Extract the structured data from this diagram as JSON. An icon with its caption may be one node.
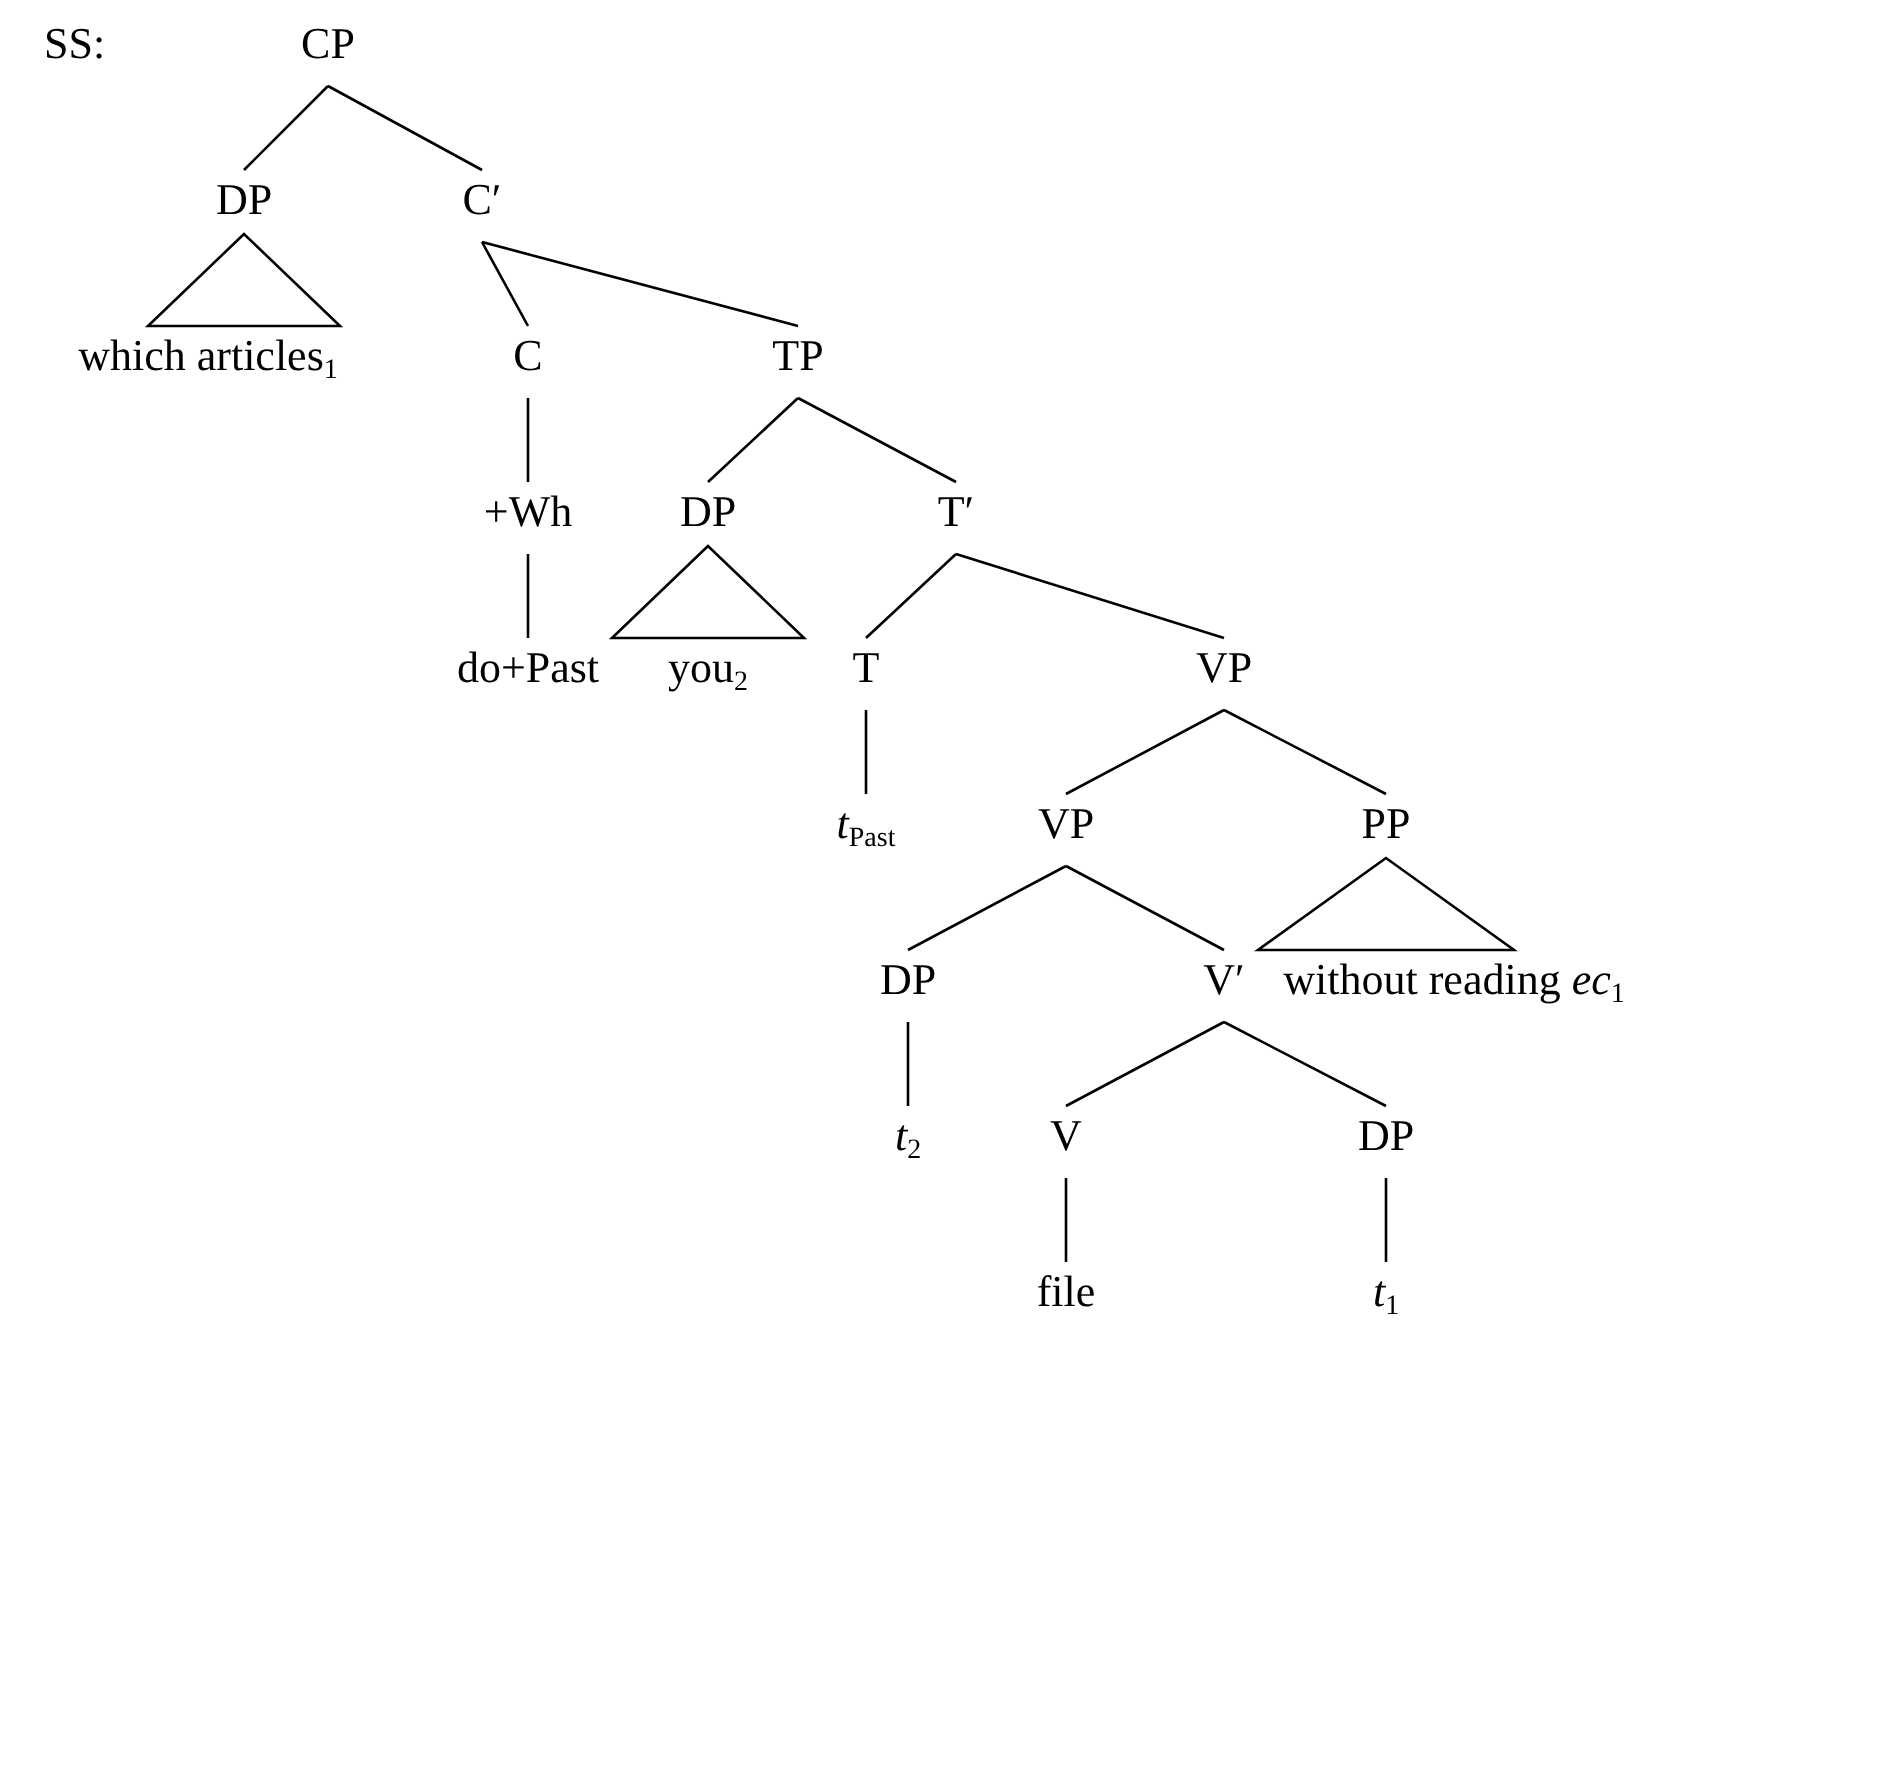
{
  "diagram": {
    "nodes": [
      {
        "text": [
          "CP"
        ]
      },
      {
        "text": [
          "DP"
        ]
      },
      {
        "text": [
          "C′"
        ]
      },
      {
        "text": [
          "which articles$_{1}$"
        ]
      },
      {
        "text": [
          "C"
        ]
      },
      {
        "text": [
          "TP"
        ]
      },
      {
        "text": [
          "+Wh"
        ]
      },
      {
        "text": [
          "DP"
        ]
      },
      {
        "text": [
          "T′"
        ]
      },
      {
        "text": [
          "do+Past"
        ]
      },
      {
        "text": [
          "you$_{2}$"
        ]
      },
      {
        "text": [
          "T"
        ]
      },
      {
        "text": [
          "VP"
        ]
      },
      {
        "text": [
          "*t*$_{Past}$"
        ]
      },
      {
        "text": [
          "VP"
        ]
      },
      {
        "text": [
          "PP"
        ]
      },
      {
        "text": [
          "DP"
        ]
      },
      {
        "text": [
          "V′"
        ]
      },
      {
        "text": [
          "without reading *ec*$_{1}$"
        ]
      },
      {
        "text": [
          "*t*$_{2}$"
        ]
      },
      {
        "text": [
          "V"
        ]
      },
      {
        "text": [
          "DP"
        ]
      },
      {
        "text": [
          "file"
        ]
      },
      {
        "text": [
          "*t*$_{1}$"
        ]
      }
    ],
    "edges": [
      {
        "from": 0,
        "to": 1,
        "arrow": "none"
      },
      {
        "from": 0,
        "to": 2,
        "arrow": "none"
      },
      {
        "from": 1,
        "to": 3,
        "arrow": "none"
      },
      {
        "from": 2,
        "to": 4,
        "arrow": "none"
      },
      {
        "from": 2,
        "to": 5,
        "arrow": "none"
      },
      {
        "from": 4,
        "to": 6,
        "arrow": "none"
      },
      {
        "from": 5,
        "to": 7,
        "arrow": "none"
      },
      {
        "from": 5,
        "to": 8,
        "arrow": "none"
      },
      {
        "from": 6,
        "to": 9,
        "arrow": "none"
      },
      {
        "from": 7,
        "to": 10,
        "arrow": "none"
      },
      {
        "from": 8,
        "to": 11,
        "arrow": "none"
      },
      {
        "from": 8,
        "to": 12,
        "arrow": "none"
      },
      {
        "from": 11,
        "to": 13,
        "arrow": "none"
      },
      {
        "from": 12,
        "to": 14,
        "arrow": "none"
      },
      {
        "from": 12,
        "to": 15,
        "arrow": "none"
      },
      {
        "from": 14,
        "to": 16,
        "arrow": "none"
      },
      {
        "from": 14,
        "to": 17,
        "arrow": "none"
      },
      {
        "from": 15,
        "to": 18,
        "arrow": "none"
      },
      {
        "from": 16,
        "to": 19,
        "arrow": "none"
      },
      {
        "from": 17,
        "to": 20,
        "arrow": "none"
      },
      {
        "from": 17,
        "to": 21,
        "arrow": "none"
      },
      {
        "from": 20,
        "to": 22,
        "arrow": "none"
      },
      {
        "from": 21,
        "to": 23,
        "arrow": "none"
      }
    ],
    "labels": [
      "SS:"
    ]
  }
}
